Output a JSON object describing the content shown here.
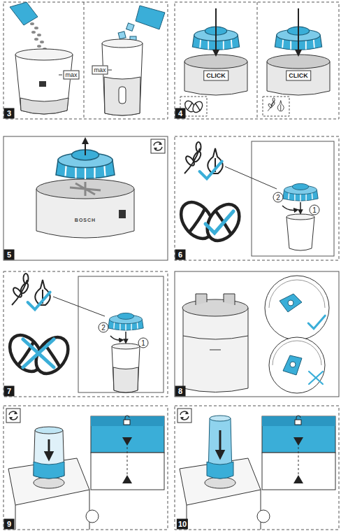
{
  "diagram": {
    "labels": [
      "max",
      "max",
      "3",
      "CLICK",
      "CLICK",
      "4",
      "BOSCH",
      "5",
      "2",
      "1",
      "6",
      "2",
      "1",
      "7",
      "8",
      "9",
      "10"
    ]
  }
}
